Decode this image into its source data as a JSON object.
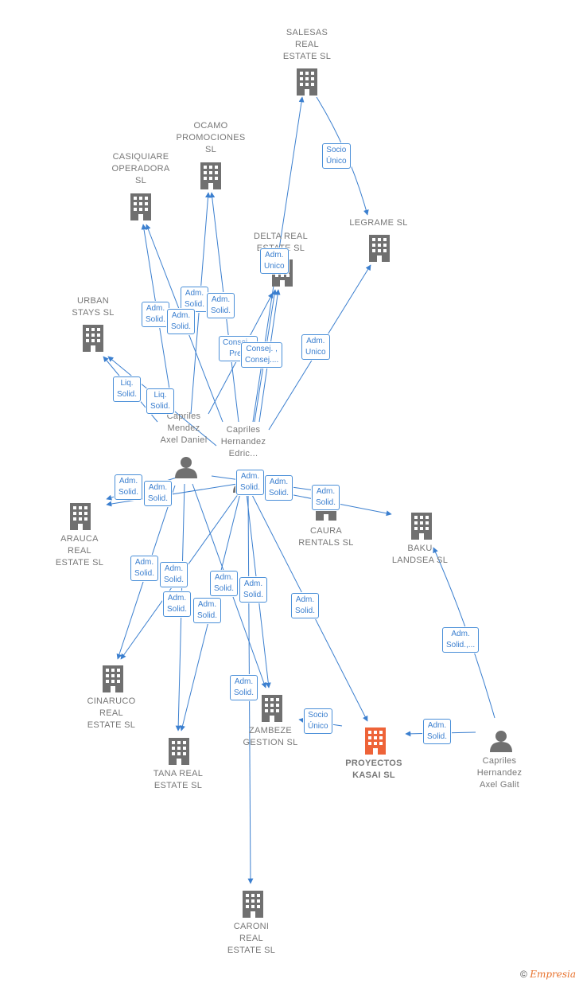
{
  "colors": {
    "edge": "#3b7fcf",
    "building": "#707070",
    "highlight": "#ee6338",
    "person": "#707070"
  },
  "nodes": {
    "salesas": {
      "label": "SALESAS\nREAL\nESTATE  SL",
      "icon": "building-icon"
    },
    "ocamo": {
      "label": "OCAMO\nPROMOCIONES\nSL",
      "icon": "building-icon"
    },
    "casiquiare": {
      "label": "CASIQUIARE\nOPERADORA\nSL",
      "icon": "building-icon"
    },
    "legrame": {
      "label": "LEGRAME  SL",
      "icon": "building-icon"
    },
    "delta": {
      "label": "DELTA REAL\nESTATE  SL",
      "icon": "building-icon"
    },
    "urban": {
      "label": "URBAN\nSTAYS  SL",
      "icon": "building-icon"
    },
    "axel_daniel": {
      "label": "Capriles\nMendez\nAxel Daniel",
      "icon": "person-icon"
    },
    "edric": {
      "label": "Capriles\nHernandez\nEdric...",
      "icon": "person-icon"
    },
    "arauca": {
      "label": "ARAUCA\nREAL\nESTATE  SL",
      "icon": "building-icon"
    },
    "caura": {
      "label": "CAURA\nRENTALS  SL",
      "icon": "building-icon"
    },
    "baku": {
      "label": "BAKU\nLANDSEA  SL",
      "icon": "building-icon"
    },
    "cinaruco": {
      "label": "CINARUCO\nREAL\nESTATE  SL",
      "icon": "building-icon"
    },
    "zambeze": {
      "label": "ZAMBEZE\nGESTION  SL",
      "icon": "building-icon"
    },
    "tana": {
      "label": "TANA REAL\nESTATE  SL",
      "icon": "building-icon"
    },
    "proyectos": {
      "label": "PROYECTOS\nKASAI  SL",
      "icon": "building-icon"
    },
    "axel_galit": {
      "label": "Capriles\nHernandez\nAxel Galit",
      "icon": "person-icon"
    },
    "caroni": {
      "label": "CARONI\nREAL\nESTATE  SL",
      "icon": "building-icon"
    }
  },
  "badges": {
    "b1": "Socio\nÚnico",
    "b2": "Adm.\nUnico",
    "b3": "Adm.\nSolid.",
    "b4": "Adm.\nSolid.",
    "b5": "Adm.\nSolid.",
    "b6": "Adm.\nSolid.",
    "b7": "Consej. ,\nPres.",
    "b8": "Consej. ,\nConsej....",
    "b9": "Adm.\nUnico",
    "b10": "Liq.\nSolid.",
    "b11": "Liq.\nSolid.",
    "b12": "Adm.\nSolid.",
    "b13": "Adm.\nSolid.",
    "b14": "Adm.\nSolid.",
    "b15": "Adm.\nSolid.",
    "b16": "Adm.\nSolid.",
    "b17": "Adm.\nSolid.",
    "b18": "Adm.\nSolid.",
    "b19": "Adm.\nSolid.",
    "b20": "Adm.\nSolid.",
    "b21": "Adm.\nSolid.",
    "b22": "Adm.\nSolid.",
    "b23": "Adm.\nSolid.",
    "b24": "Adm.\nSolid.,...",
    "b25": "Adm.\nSolid.",
    "b26": "Socio\nÚnico",
    "b27": "Adm.\nSolid."
  },
  "footer": {
    "copyright": "©",
    "brand": "Empresia"
  }
}
